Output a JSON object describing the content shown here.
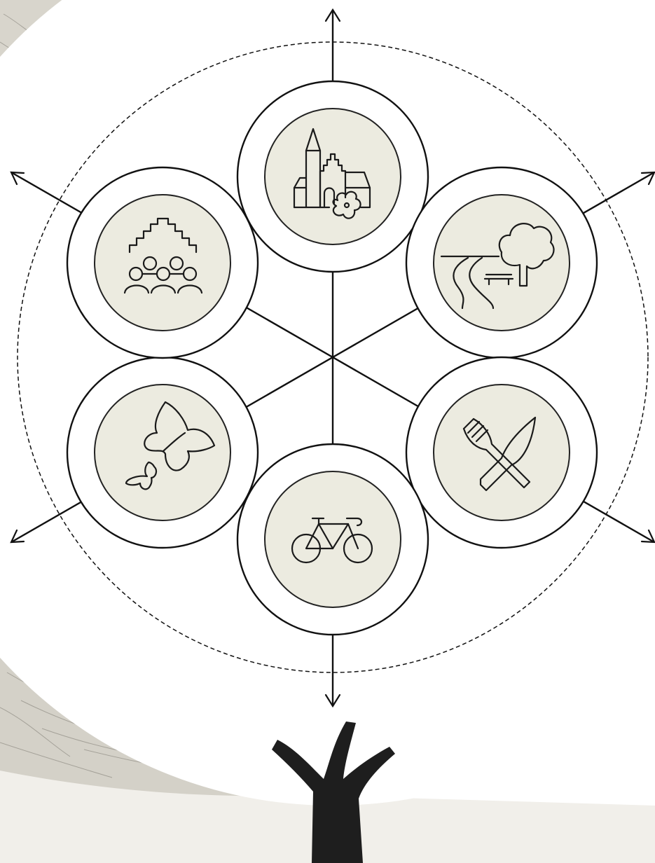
{
  "diagram": {
    "nodes": [
      {
        "id": "village-church",
        "icon": "church-icon"
      },
      {
        "id": "nature-park",
        "icon": "park-tree-bench-icon"
      },
      {
        "id": "food",
        "icon": "fork-knife-icon"
      },
      {
        "id": "cycling",
        "icon": "bicycle-icon"
      },
      {
        "id": "wildlife",
        "icon": "butterflies-icon"
      },
      {
        "id": "community",
        "icon": "community-people-icon"
      }
    ],
    "trunk_icon": "tree-trunk-icon",
    "colors": {
      "disc_fill": "#ecebe0",
      "stroke": "#111111",
      "trunk": "#1e1e1e",
      "paper": "#f1efea",
      "engraving": "#7d7a72"
    }
  }
}
